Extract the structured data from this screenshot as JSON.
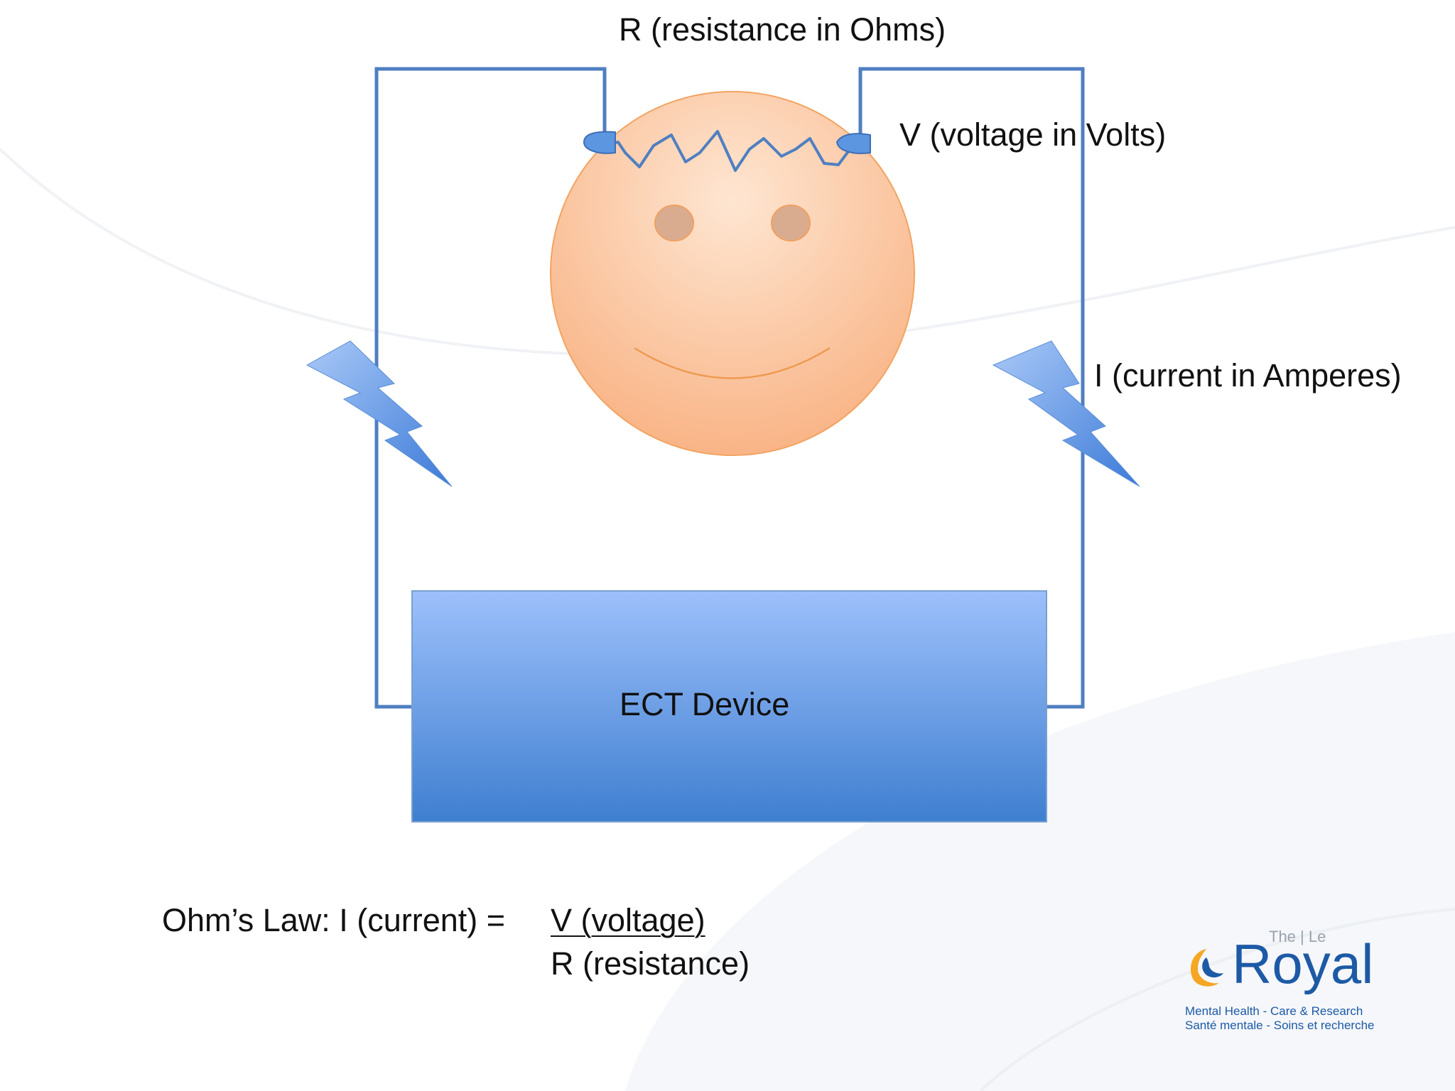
{
  "labels": {
    "resistance": "R (resistance in Ohms)",
    "voltage": "V (voltage in Volts)",
    "current": "I (current in Amperes)"
  },
  "device": {
    "label": "ECT Device"
  },
  "formula": {
    "prefix": "Ohm’s Law:  I (current) =",
    "numerator": "V (voltage)",
    "denominator": "R (resistance)"
  },
  "logo": {
    "small": "The | Le",
    "name": "Royal",
    "tagline_en": "Mental Health - Care & Research",
    "tagline_fr": "Santé mentale - Soins et recherche"
  },
  "colors": {
    "wire": "#4f7fc1",
    "face_fill_light": "#fde2cc",
    "face_fill_dark": "#f8b27f",
    "face_stroke": "#f0a060",
    "device_top": "#9dc0fb",
    "device_bottom": "#4080d0",
    "bolt": "#5c95e0",
    "logo_blue": "#1d5aa6",
    "logo_orange": "#f5a623"
  }
}
